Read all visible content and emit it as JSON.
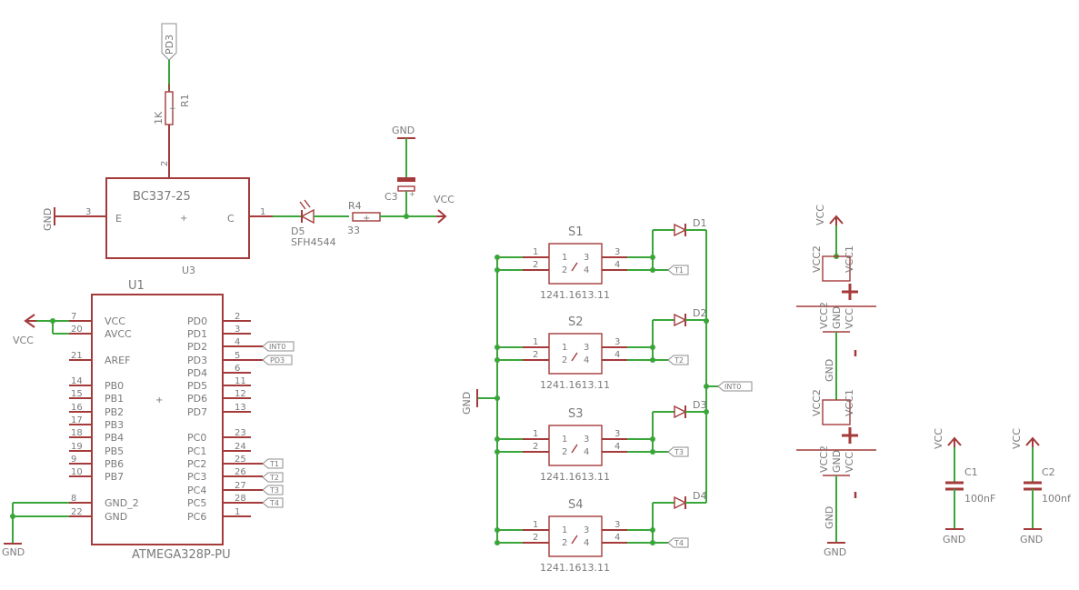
{
  "labels": {
    "net_pd3": "PD3",
    "r1_value": "1K",
    "r1_name": "R1",
    "r1_pin2": "2",
    "q_name": "BC337-25",
    "q_pin_e": "E",
    "q_pin_c": "C",
    "q_pin3": "3",
    "q_pin1": "1",
    "u3_name": "U3",
    "gnd_top_left": "GND",
    "gnd_c3": "GND",
    "c3_name": "C3",
    "vcc_top": "VCC",
    "r4_name": "R4",
    "r4_value": "33",
    "d5_name": "D5",
    "d5_value": "SFH4544",
    "u1_name": "U1",
    "u1_part": "ATMEGA328P-PU",
    "u1_vcc_out": "VCC",
    "u1_gnd_out": "GND",
    "s1": "S1",
    "s2": "S2",
    "s3": "S3",
    "s4": "S4",
    "sw_part": "1241.1613.11",
    "d1": "D1",
    "d2": "D2",
    "d3": "D3",
    "d4": "D4",
    "sw_gnd": "GND",
    "flag_int0": "INT0",
    "flag_t1": "T1",
    "flag_t2": "T2",
    "flag_t3": "T3",
    "flag_t4": "T4",
    "flag_int0_u1": "INT0",
    "flag_pd3_u1": "PD3",
    "flag_t1_u1": "T1",
    "flag_t2_u1": "T2",
    "flag_t3_u1": "T3",
    "flag_t4_u1": "T4",
    "bat_vcc": "VCC",
    "bat_vcc2_a": "VCC2",
    "bat_vcc1_a": "VCC1",
    "bat_vcc2_b": "VCC2",
    "bat_gnd_b": "GND",
    "bat_vcc_b": "VCC",
    "bat_gnd_mid": "GND",
    "bat_vcc2_c": "VCC2",
    "bat_vcc1_c": "VCC1",
    "bat_vcc2_d": "VCC2",
    "bat_gnd_d": "GND",
    "bat_vcc_d": "VCC",
    "bat_gnd_bottom": "GND",
    "bat_gnd_bottom2": "GND",
    "c1_vcc": "VCC",
    "c1_name": "C1",
    "c1_value": "100nF",
    "c1_gnd": "GND",
    "c2_vcc": "VCC",
    "c2_name": "C2",
    "c2_value": "100nf",
    "c2_gnd": "GND"
  },
  "u1_pins_left": [
    {
      "num": "7",
      "name": "VCC"
    },
    {
      "num": "20",
      "name": "AVCC"
    },
    {
      "num": "21",
      "name": "AREF"
    },
    {
      "num": "14",
      "name": "PB0"
    },
    {
      "num": "15",
      "name": "PB1"
    },
    {
      "num": "16",
      "name": "PB2"
    },
    {
      "num": "17",
      "name": "PB3"
    },
    {
      "num": "18",
      "name": "PB4"
    },
    {
      "num": "19",
      "name": "PB5"
    },
    {
      "num": "9",
      "name": "PB6"
    },
    {
      "num": "10",
      "name": "PB7"
    },
    {
      "num": "8",
      "name": "GND_2"
    },
    {
      "num": "22",
      "name": "GND"
    }
  ],
  "u1_pins_right": [
    {
      "num": "2",
      "name": "PD0"
    },
    {
      "num": "3",
      "name": "PD1"
    },
    {
      "num": "4",
      "name": "PD2"
    },
    {
      "num": "5",
      "name": "PD3"
    },
    {
      "num": "6",
      "name": "PD4"
    },
    {
      "num": "11",
      "name": "PD5"
    },
    {
      "num": "12",
      "name": "PD6"
    },
    {
      "num": "13",
      "name": "PD7"
    },
    {
      "num": "23",
      "name": "PC0"
    },
    {
      "num": "24",
      "name": "PC1"
    },
    {
      "num": "25",
      "name": "PC2"
    },
    {
      "num": "26",
      "name": "PC3"
    },
    {
      "num": "27",
      "name": "PC4"
    },
    {
      "num": "28",
      "name": "PC5"
    },
    {
      "num": "1",
      "name": "PC6"
    }
  ],
  "switch_pins": {
    "p1": "1",
    "p2": "2",
    "p3": "3",
    "p4": "4"
  }
}
